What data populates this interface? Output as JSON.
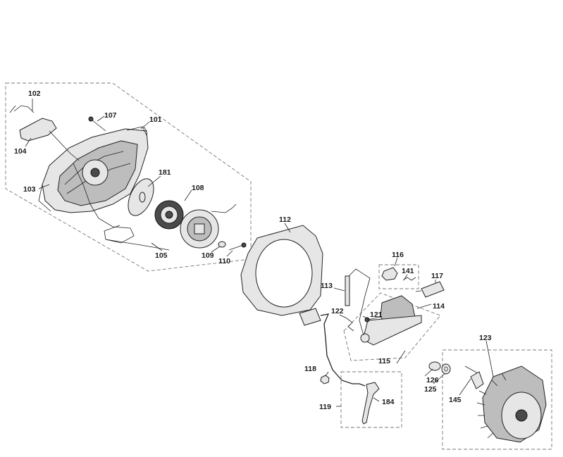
{
  "labels": {
    "p101": "101",
    "p102": "102",
    "p103": "103",
    "p104": "104",
    "p105": "105",
    "p107": "107",
    "p108": "108",
    "p109": "109",
    "p110": "110",
    "p112": "112",
    "p113": "113",
    "p114": "114",
    "p115": "115",
    "p116": "116",
    "p117": "117",
    "p118": "118",
    "p119": "119",
    "p121": "121",
    "p122": "122",
    "p123": "123",
    "p125": "125",
    "p126": "126",
    "p141": "141",
    "p145": "145",
    "p181": "181",
    "p184": "184"
  }
}
